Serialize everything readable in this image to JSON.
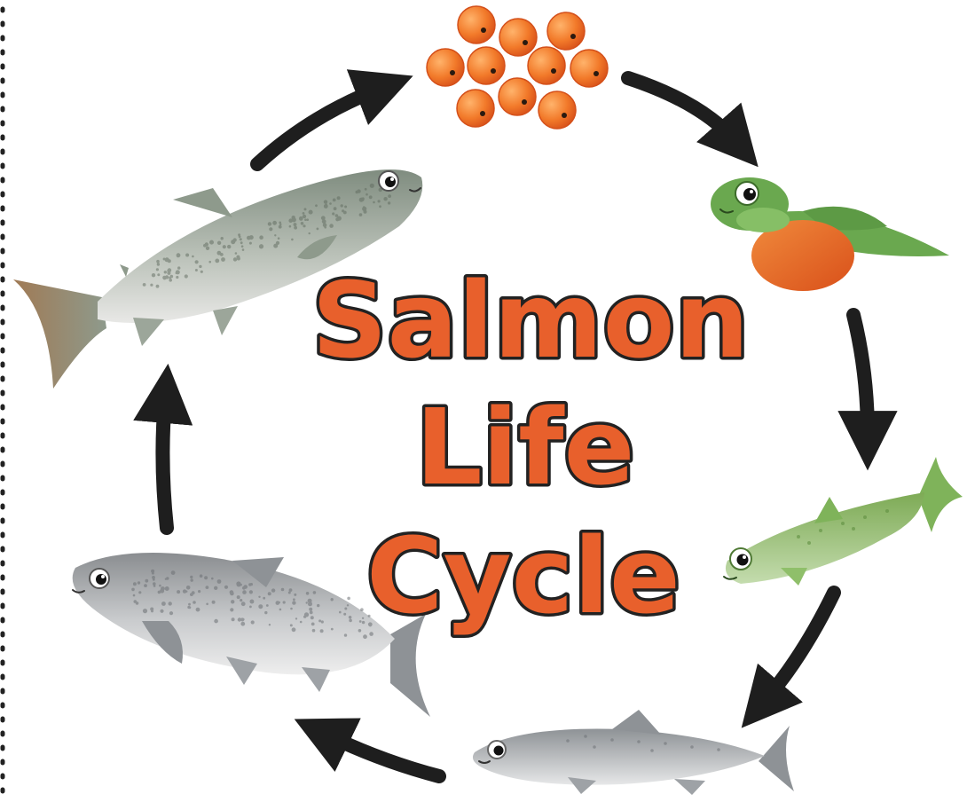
{
  "title": {
    "lines": [
      "Salmon",
      "Life",
      "Cycle"
    ],
    "fill_color": "#e8602c",
    "outline_color": "#222222"
  },
  "stages": [
    {
      "icon": "salmon-eggs-icon"
    },
    {
      "icon": "alevin-icon"
    },
    {
      "icon": "fry-icon"
    },
    {
      "icon": "smolt-icon"
    },
    {
      "icon": "ocean-salmon-icon"
    },
    {
      "icon": "spawning-salmon-icon"
    }
  ],
  "colors": {
    "arrow": "#1e1e1e",
    "egg": "#f27a2a",
    "alevin_body": "#6aa84f",
    "alevin_yolk": "#e8602c",
    "fry": "#8fbf6a",
    "smolt": "#b9bcbf",
    "adult_gray": "#a9adb0",
    "spawner_green": "#8e9a8c",
    "spawner_red": "#b98a6a"
  }
}
